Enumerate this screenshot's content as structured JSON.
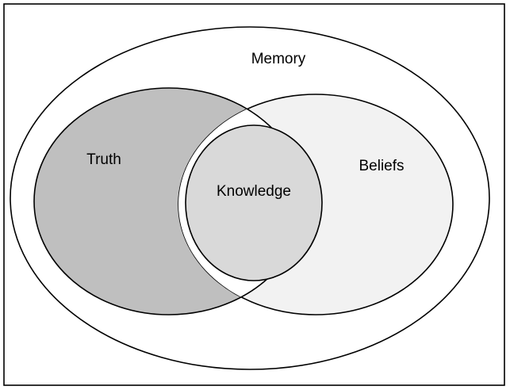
{
  "diagram": {
    "labels": {
      "memory": "Memory",
      "truth": "Truth",
      "beliefs": "Beliefs",
      "knowledge": "Knowledge"
    },
    "colors": {
      "frame": "#ffffff",
      "memory": "#ffffff",
      "truth": "#bfbfbf",
      "beliefs": "#f2f2f2",
      "knowledge": "#d9d9d9",
      "stroke": "#000000"
    }
  }
}
